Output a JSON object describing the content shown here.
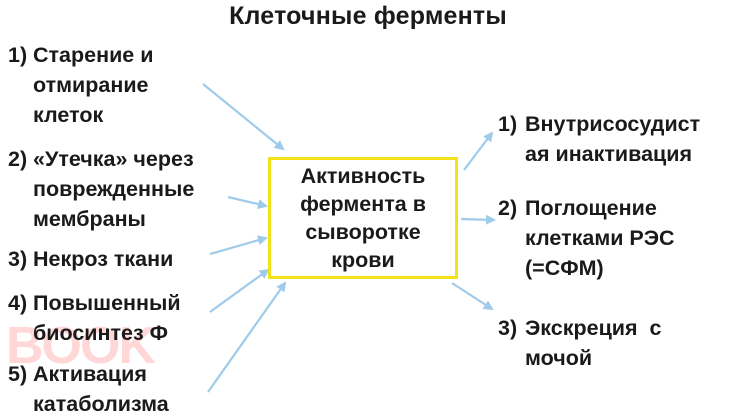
{
  "title": "Клеточные ферменты",
  "center": {
    "lines": [
      "Активность",
      "фермента в",
      "сыворотке",
      "крови"
    ]
  },
  "sources": [
    {
      "num": "1)",
      "lines": [
        "Старение и",
        "отмирание",
        "клеток"
      ]
    },
    {
      "num": "2)",
      "lines": [
        "«Утечка» через",
        "поврежденные",
        "мембраны"
      ]
    },
    {
      "num": "3)",
      "lines": [
        "Некроз ткани"
      ]
    },
    {
      "num": "4)",
      "lines": [
        "Повышенный",
        "биосинтез Ф"
      ]
    },
    {
      "num": "5)",
      "lines": [
        "Активация",
        "катаболизма"
      ]
    }
  ],
  "outcomes": [
    {
      "num": "1)",
      "lines": [
        "Внутрисосудист",
        "ая инактивация"
      ]
    },
    {
      "num": "2)",
      "lines": [
        "Поглощение",
        "клетками РЭС",
        "(=СФМ)"
      ]
    },
    {
      "num": "3)",
      "lines": [
        "Экскреция  с",
        "мочой"
      ]
    }
  ],
  "watermark": "BOOK",
  "colors": {
    "arrow": "#9ecbea",
    "box_border": "#f1e21a",
    "text": "#1a1a1a"
  }
}
